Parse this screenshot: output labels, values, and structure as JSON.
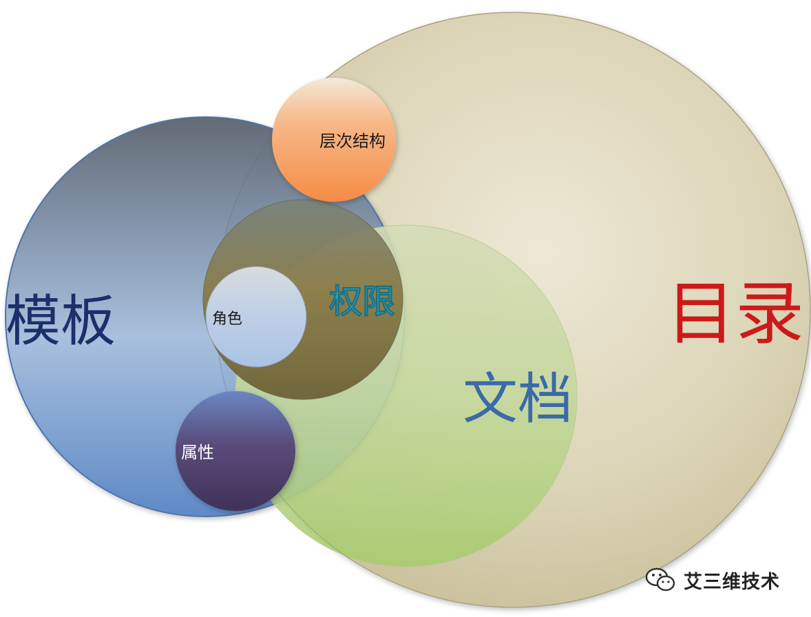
{
  "circles": {
    "catalog": {
      "label": "目录",
      "color": "#cc1a1a",
      "fill": "#d7d1b4"
    },
    "template": {
      "label": "模板",
      "color": "#1b2f6b",
      "fill": "#6f8fc4"
    },
    "document": {
      "label": "文档",
      "color": "#3a6aa8",
      "fill": "#c2d7a0"
    },
    "hierarchy": {
      "label": "层次结构",
      "color": "#1a1a1a",
      "fill": "#f5a060"
    },
    "permission": {
      "label": "权限",
      "color": "#2aa0b8",
      "fill": "#8a7a45"
    },
    "role": {
      "label": "角色",
      "color": "#1a1a1a",
      "fill": "#c7d2e4"
    },
    "attribute": {
      "label": "属性",
      "color": "#ffffff",
      "fill": "#4f3f6e"
    }
  },
  "watermark": {
    "text": "艾三维技术",
    "icon": "wechat-icon"
  }
}
